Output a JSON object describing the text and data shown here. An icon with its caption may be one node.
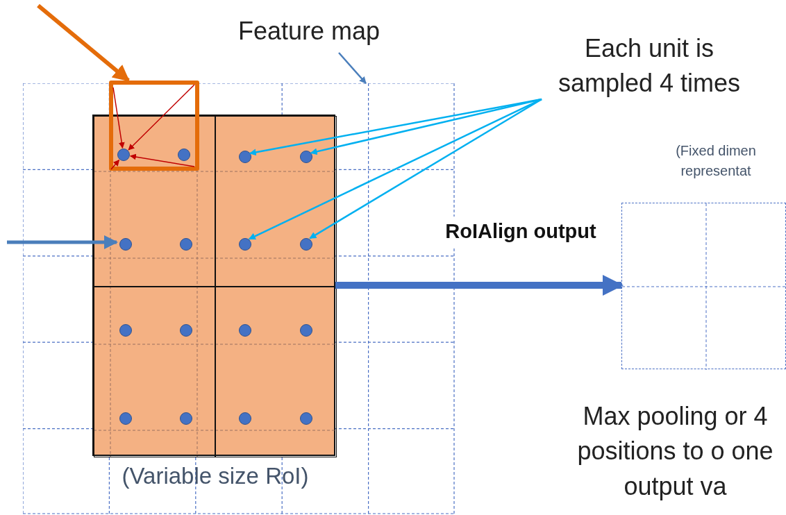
{
  "diagram": {
    "nodes": [
      {
        "text": [
          "Feature map"
        ]
      },
      {
        "text": [],
        "shape": "box"
      },
      {
        "text": [
          "(Variable size RoI)"
        ],
        "in": 1
      },
      {
        "text": [],
        "shape": "box",
        "in": 2
      },
      {
        "text": [],
        "shape": "box",
        "in": 2
      },
      {
        "text": [],
        "shape": "box",
        "in": 2
      },
      {
        "text": [],
        "shape": "box",
        "in": 2
      },
      {
        "text": [],
        "shape": "circle"
      },
      {
        "text": [],
        "shape": "circle"
      },
      {
        "text": [],
        "shape": "circle",
        "in": 4
      },
      {
        "text": [],
        "shape": "circle",
        "in": 4
      },
      {
        "text": [],
        "shape": "circle",
        "in": 3
      },
      {
        "text": [],
        "shape": "circle",
        "in": 3
      },
      {
        "text": [],
        "shape": "circle",
        "in": 4
      },
      {
        "text": [],
        "shape": "circle",
        "in": 4
      },
      {
        "text": [],
        "shape": "circle",
        "in": 5
      },
      {
        "text": [],
        "shape": "circle",
        "in": 5
      },
      {
        "text": [],
        "shape": "circle",
        "in": 6
      },
      {
        "text": [],
        "shape": "circle",
        "in": 6
      },
      {
        "text": [],
        "shape": "circle",
        "in": 5
      },
      {
        "text": [],
        "shape": "circle",
        "in": 5
      },
      {
        "text": [],
        "shape": "circle",
        "in": 6
      },
      {
        "text": [],
        "shape": "circle",
        "in": 6
      },
      {
        "text": [],
        "shape": "box",
        "in": 1
      },
      {
        "text": [
          "Each unit is sampled 4 times"
        ]
      },
      {
        "text": [
          "(Fixed dimen representat"
        ]
      }
    ],
    "edges": [
      {
        "from": 0,
        "to": 1,
        "arrow": "to",
        "color": "#4a7ebb"
      },
      {
        "from": null,
        "to": 23,
        "arrow": "to",
        "style": "thick",
        "color": "#e46c0a"
      },
      {
        "from": 24,
        "to": 9,
        "arrow": "to",
        "color": "#00b0f0"
      },
      {
        "from": 24,
        "to": 10,
        "arrow": "to",
        "color": "#00b0f0"
      },
      {
        "from": 24,
        "to": 13,
        "arrow": "to",
        "color": "#00b0f0"
      },
      {
        "from": 24,
        "to": 14,
        "arrow": "to",
        "color": "#00b0f0"
      },
      {
        "from": 23,
        "to": 7,
        "arrow": "to",
        "color": "#c00000"
      },
      {
        "from": 23,
        "to": 7,
        "arrow": "to",
        "color": "#c00000"
      },
      {
        "from": 23,
        "to": 7,
        "arrow": "to",
        "color": "#c00000"
      },
      {
        "from": 23,
        "to": 7,
        "arrow": "to",
        "color": "#c00000"
      },
      {
        "from": null,
        "to": 11,
        "arrow": "to",
        "style": "thick",
        "color": "#4a7ebb"
      },
      {
        "from": 2,
        "to": 25,
        "arrow": "to",
        "label": "RoIAlign output",
        "style": "thick",
        "color": "#4472c4"
      }
    ],
    "labels": [
      "Max pooling or 4 positions to o one output va"
    ]
  }
}
